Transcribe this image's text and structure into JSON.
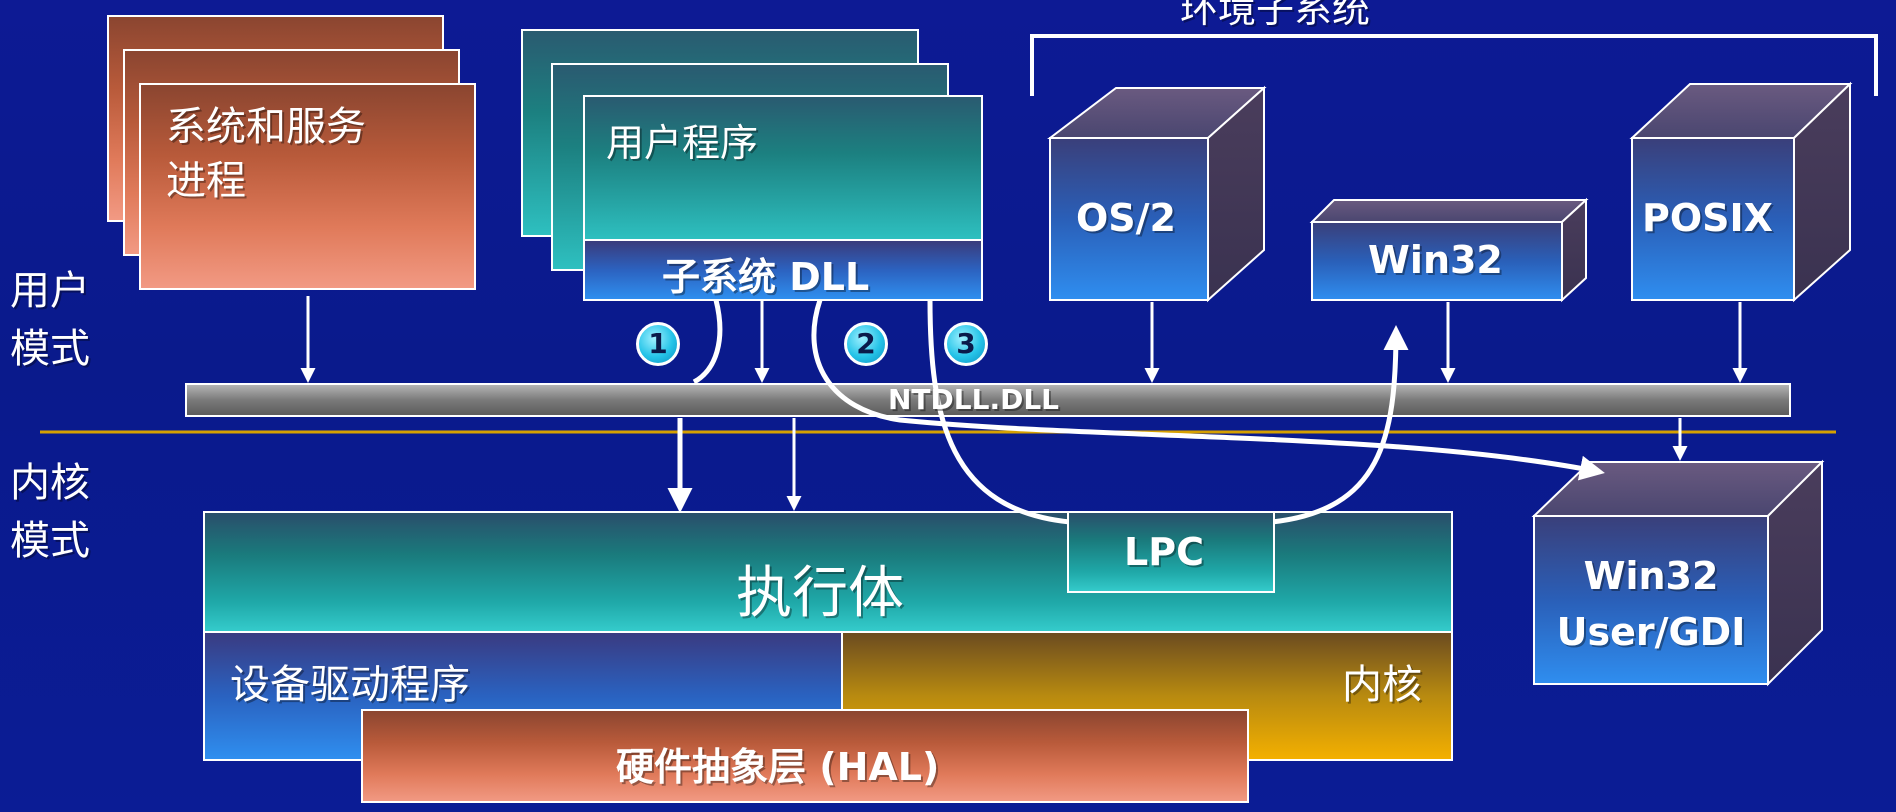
{
  "labels": {
    "env_subsystem": "环境子系统",
    "system_services": "系统和服务\n进程",
    "user_programs": "用户程序",
    "subsystem_dll": "子系统 DLL",
    "os2": "OS/2",
    "win32_subsystem": "Win32",
    "posix": "POSIX",
    "user_mode": "用户\n模式",
    "kernel_mode": "内核\n模式",
    "ntdll": "NTDLL.DLL",
    "executive": "执行体",
    "lpc": "LPC",
    "device_drivers": "设备驱动程序",
    "kernel": "内核",
    "hal": "硬件抽象层 (HAL)",
    "win32_user_gdi": "Win32\nUser/GDI"
  },
  "badges": [
    "1",
    "2",
    "3"
  ],
  "colors": {
    "background": "#0a1688",
    "divider": "#d6a000",
    "arrow": "#ffffff",
    "ntdll_bar": "#8a8a8a"
  }
}
